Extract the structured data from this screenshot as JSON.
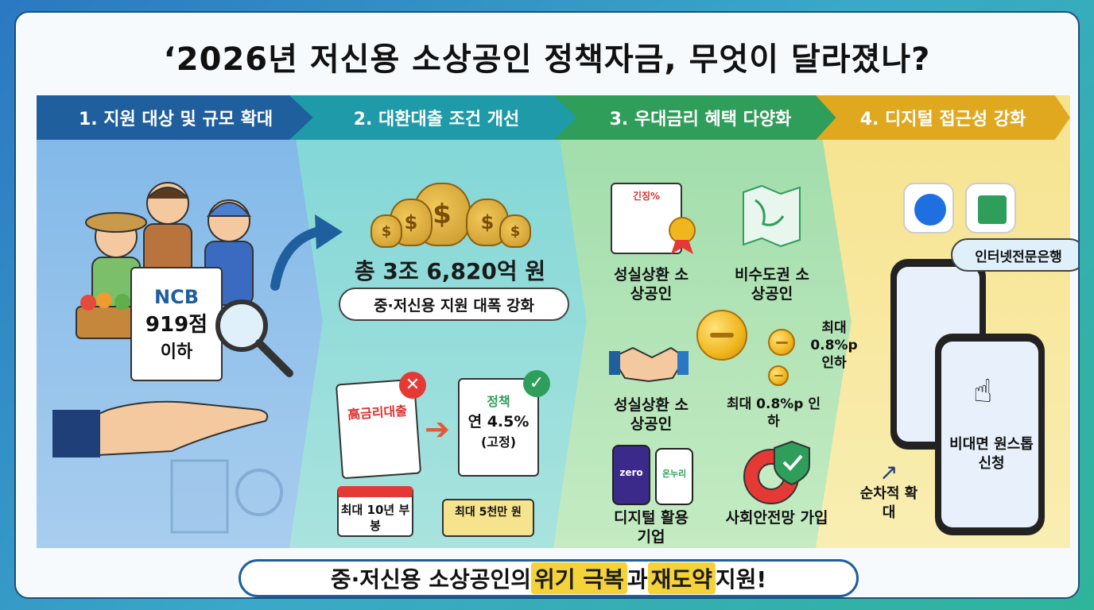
{
  "title": "‘2026년 저신용 소상공인 정책자금, 무엇이 달라졌나?",
  "sections": [
    {
      "header": "1. 지원 대상 및 규모 확대"
    },
    {
      "header": "2. 대환대출 조건 개선"
    },
    {
      "header": "3. 우대금리 혜택 다양화"
    },
    {
      "header": "4. 디지털 접근성 강화"
    }
  ],
  "s1": {
    "ncb_title": "NCB",
    "ncb_score": "919점",
    "ncb_below": "이하"
  },
  "s2": {
    "total": "총 3조 6,820억 원",
    "subtitle": "중·저신용 지원 대폭 강화",
    "old_doc": "高금리대출",
    "new_doc_title": "정책",
    "new_doc_rate": "연 4.5%",
    "new_doc_fixed": "(고정)",
    "calendar": "최대 10년 부봉",
    "tag": "최대 5천만 원"
  },
  "s3": {
    "doc_label": "긴징%",
    "label1": "성실상환 소상공인",
    "label2": "비수도권 소상공인",
    "label3": "성실상환 소상공인",
    "rate_right": "최대 0.8%p 인하",
    "rate_center": "최대 0.8%p 인하",
    "label4": "디지털 활용 기업",
    "label5": "사회안전망 가입",
    "app1": "zero",
    "app2": "온누리"
  },
  "s4": {
    "bank_tag": "인터넷전문은행",
    "apply": "비대면 원스톱 신청",
    "expand": "순차적 확대"
  },
  "bottom": {
    "pre": "중·저신용 소상공인의 ",
    "h1": "위기 극복",
    "mid": "과 ",
    "h2": "재도약",
    "post": " 지원!"
  },
  "colors": {
    "blue": "#1f5f9e",
    "teal": "#1e9aa8",
    "green": "#2f9e5a",
    "gold": "#e0a81f"
  }
}
